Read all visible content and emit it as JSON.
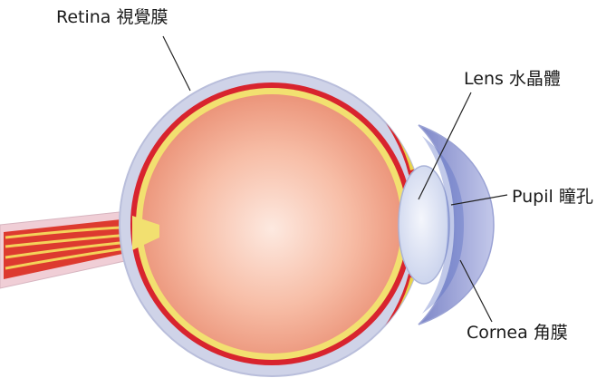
{
  "labels": {
    "retina": "Retina 視覺膜",
    "lens": "Lens 水晶體",
    "pupil": "Pupil 瞳孔",
    "cornea": "Cornea 角膜"
  },
  "colors": {
    "sclera": "#cfd3e8",
    "choroid": "#d8242e",
    "retina_layer": "#f2e070",
    "vitreous_center": "#fde6dc",
    "vitreous_edge": "#ef9a80",
    "lens": "#dbe3f3",
    "iris": "#e8d44a",
    "cornea": "#8f96cf",
    "nerve": "#e23a2c"
  }
}
